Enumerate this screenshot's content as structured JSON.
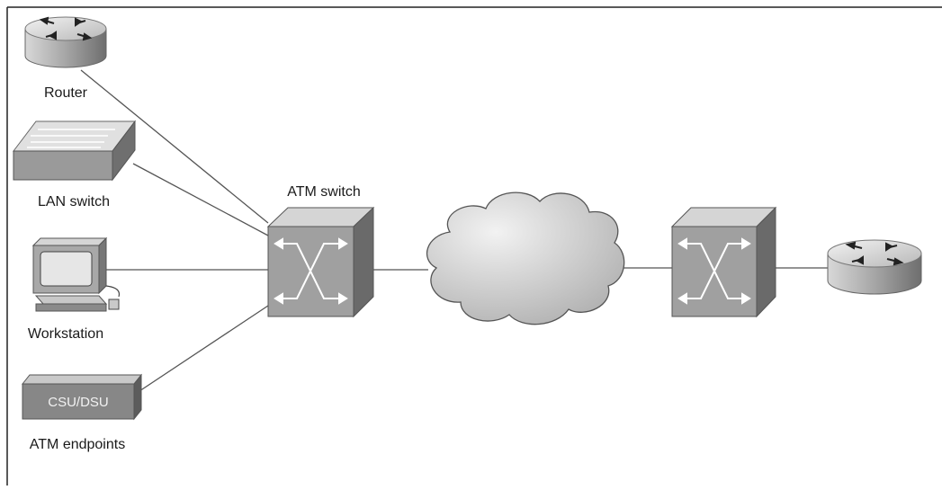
{
  "labels": {
    "router": "Router",
    "lan_switch": "LAN switch",
    "workstation": "Workstation",
    "csu_dsu": "CSU/DSU",
    "atm_endpoints": "ATM endpoints",
    "atm_switch": "ATM switch"
  },
  "colors": {
    "line": "#555555",
    "border": "#222222",
    "device_light": "#d0d0d0",
    "device_mid": "#a8a8a8",
    "device_dark": "#707070",
    "cloud": "#c8c8c8"
  }
}
